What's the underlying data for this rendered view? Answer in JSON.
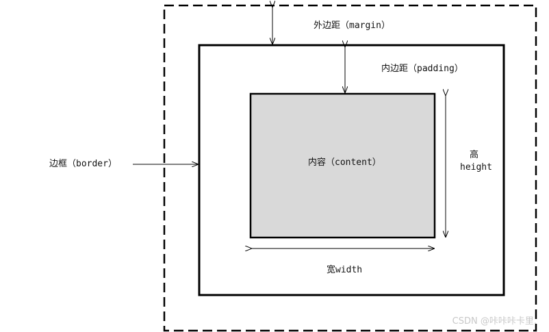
{
  "labels": {
    "margin": "外边距（margin）",
    "padding": "内边距（padding）",
    "border": "边框（border）",
    "content": "内容（content）",
    "height_cn": "高",
    "height_en": "height",
    "width": "宽width"
  },
  "watermark": "CSDN @咔咔咔卡里.",
  "colors": {
    "stroke": "#000000",
    "content_fill": "#d9d9d9",
    "background": "#ffffff"
  }
}
